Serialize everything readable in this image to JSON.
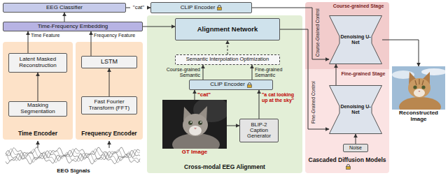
{
  "diagram": {
    "nodes": [
      {
        "text": [
          "EEG Classifier"
        ]
      },
      {
        "text": [
          "CLIP Encoder"
        ]
      },
      {
        "text": [
          "Time-Frequency Embedding"
        ]
      },
      {
        "text": [
          "Time Encoder"
        ]
      },
      {
        "text": [
          "Latent Masked Reconstruction"
        ],
        "in": 3
      },
      {
        "text": [
          "Masking Segmentation"
        ],
        "in": 3
      },
      {
        "text": [
          "Frequency Encoder"
        ]
      },
      {
        "text": [
          "LSTM"
        ],
        "in": 6
      },
      {
        "text": [
          "Fast Fourier Transform (FFT)"
        ],
        "in": 6
      },
      {
        "text": [
          "Cross-modal EEG Alignment"
        ]
      },
      {
        "text": [
          "Alignment Network"
        ],
        "in": 9
      },
      {
        "text": [
          "Semantic Interpolation Optimization"
        ],
        "in": 9
      },
      {
        "text": [
          "CLIP Encoder"
        ],
        "in": 9
      },
      {
        "text": [
          "GT Image"
        ],
        "in": 9
      },
      {
        "text": [
          "BLIP-2 Caption Generator"
        ],
        "in": 9
      },
      {
        "text": [
          "Cascaded Diffusion Models"
        ]
      },
      {
        "text": [
          "Denoising U-Net"
        ],
        "in": 15
      },
      {
        "text": [
          "Denoising U-Net"
        ],
        "in": 15
      },
      {
        "text": [
          "Noise"
        ],
        "in": 15
      },
      {
        "text": [
          "Reconstructed Image"
        ]
      }
    ],
    "edges": [
      {
        "from": 2,
        "to": 0,
        "arrow": "to"
      },
      {
        "from": 0,
        "to": 1,
        "label": "\"cat\"",
        "arrow": "to"
      },
      {
        "from": 4,
        "to": 2,
        "label": "Time Feature",
        "arrow": "to"
      },
      {
        "from": 7,
        "to": 2,
        "label": "Frequency Feature",
        "arrow": "to"
      },
      {
        "from": 5,
        "to": 4,
        "arrow": "to"
      },
      {
        "from": 8,
        "to": 7,
        "arrow": "to"
      },
      {
        "from": 2,
        "to": 10,
        "arrow": "to"
      },
      {
        "from": 11,
        "to": 10,
        "arrow": "to"
      },
      {
        "from": 12,
        "to": 11,
        "label": "Course-grained Semantic",
        "arrow": "to"
      },
      {
        "from": 12,
        "to": 11,
        "label": "Fine-grained Semantic",
        "arrow": "to"
      },
      {
        "from": 13,
        "to": 12,
        "label": "\"cat\"",
        "arrow": "to"
      },
      {
        "from": 13,
        "to": 14,
        "arrow": "to"
      },
      {
        "from": 14,
        "to": 12,
        "label": "\"a cat looking up at the sky\"",
        "arrow": "to"
      },
      {
        "from": 1,
        "to": 16,
        "label": "Course-Grained Control",
        "arrow": "to"
      },
      {
        "from": 10,
        "to": 17,
        "label": "Fine-Grained Control",
        "arrow": "to"
      },
      {
        "from": 18,
        "to": 17,
        "arrow": "to"
      },
      {
        "from": 17,
        "to": 16,
        "arrow": "to"
      },
      {
        "from": 16,
        "to": 19,
        "arrow": "to"
      }
    ],
    "labels": [
      "EEG Signals",
      "Course-grained Stage",
      "Fine-grained Stage"
    ]
  }
}
